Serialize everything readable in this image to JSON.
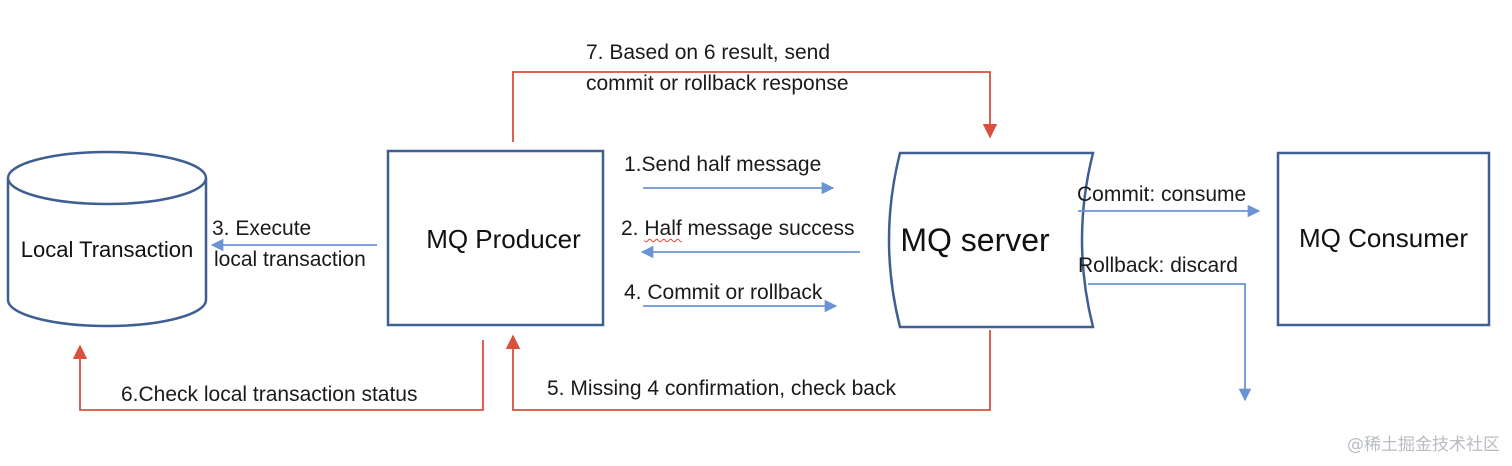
{
  "nodes": {
    "local_transaction": "Local Transaction",
    "producer": "MQ Producer",
    "server": "MQ server",
    "consumer": "MQ Consumer"
  },
  "edges": {
    "step1": "1.Send half message",
    "step2_prefix": "2. ",
    "step2_word": "Half",
    "step2_rest": " message success",
    "step3_line1": "3. Execute",
    "step3_line2": "local transaction",
    "step4": "4. Commit or rollback",
    "step5": "5. Missing 4 confirmation, check back",
    "step6": "6.Check local transaction status",
    "step7_line1": "7. Based on 6 result, send",
    "step7_line2": "commit or rollback response",
    "commit": "Commit: consume",
    "rollback": "Rollback: discard"
  },
  "colors": {
    "blue": "#6b94d4",
    "red": "#d9503f",
    "box": "#3f5e92"
  },
  "watermark": "@稀土掘金技术社区"
}
